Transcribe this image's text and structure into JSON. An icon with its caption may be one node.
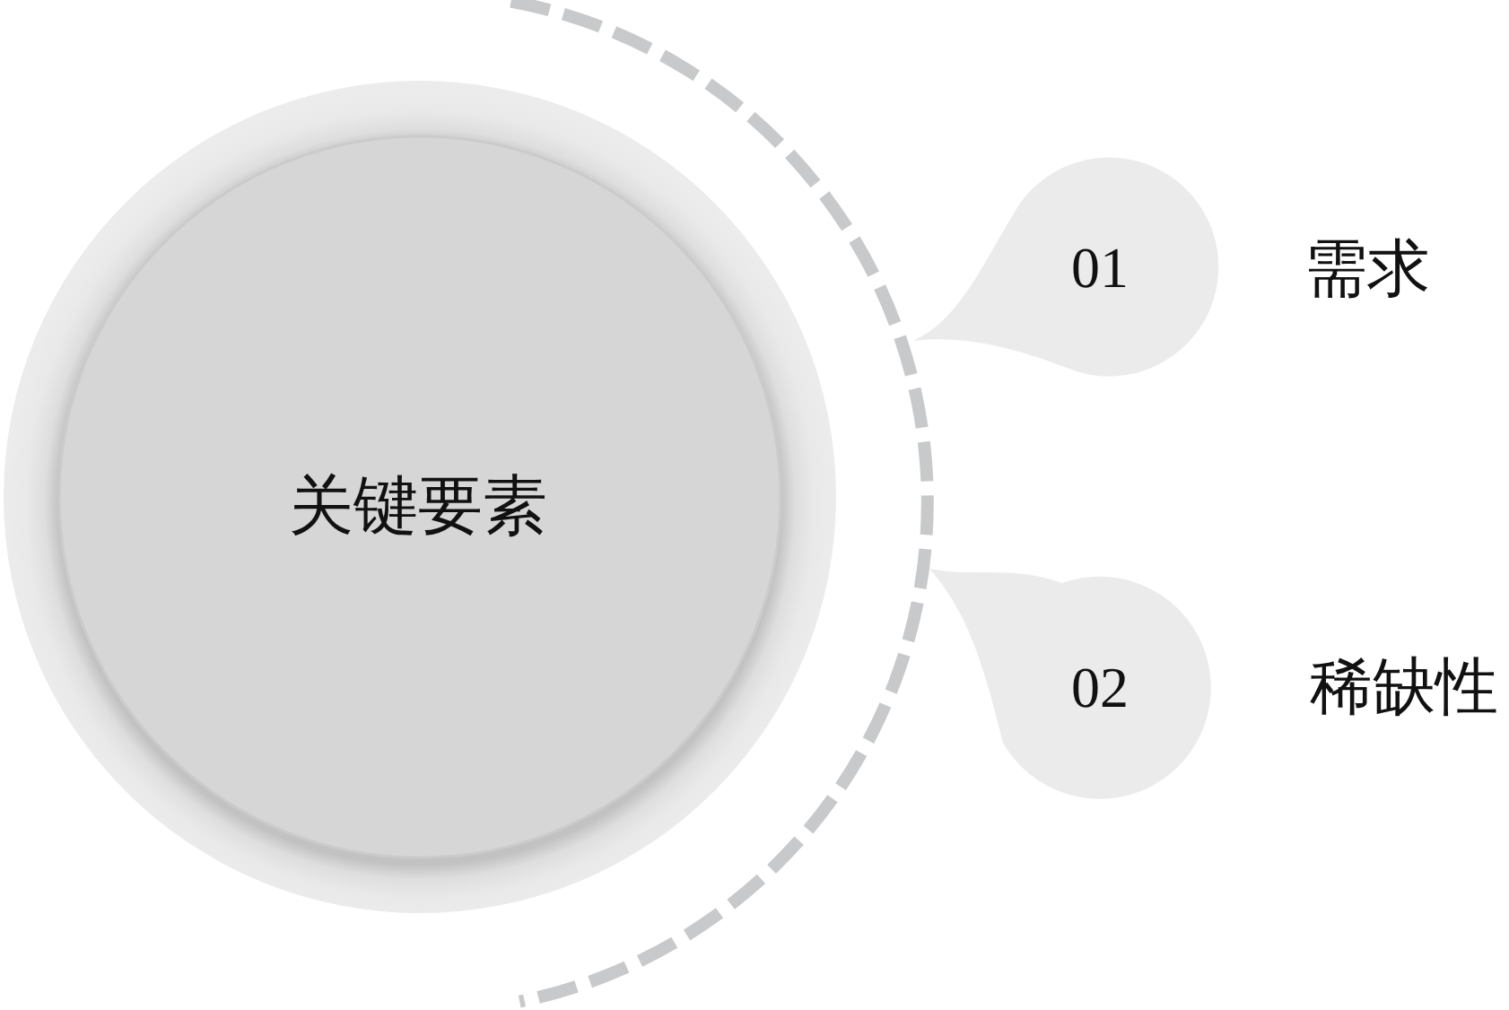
{
  "diagram": {
    "nodes": [
      {
        "text": [
          "关键要素"
        ]
      },
      {
        "text": [
          "01"
        ],
        "beside": [
          "需求"
        ]
      },
      {
        "text": [
          "02"
        ],
        "beside": [
          "稀缺性"
        ]
      }
    ]
  }
}
